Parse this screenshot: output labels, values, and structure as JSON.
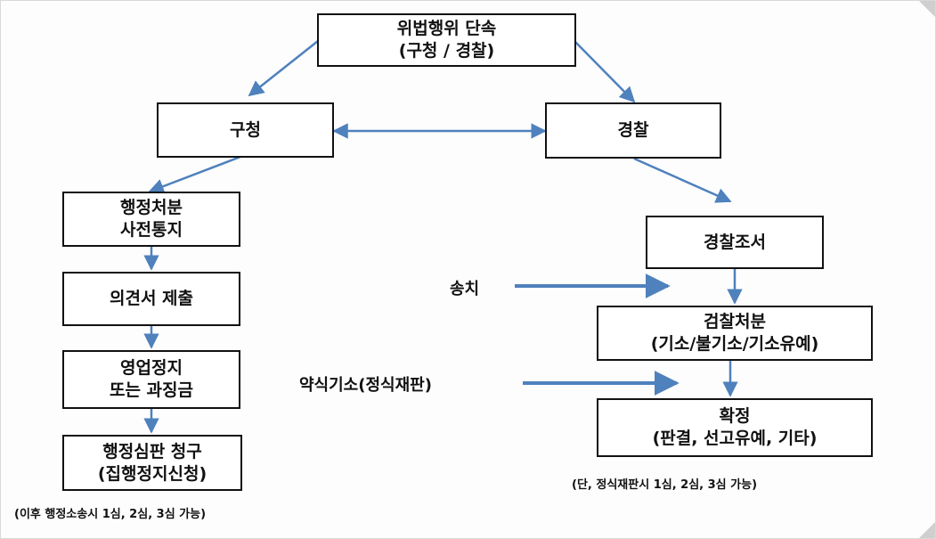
{
  "title_box": {
    "line1": "위법행위 단속",
    "line2": "(구청 / 경찰)"
  },
  "district_office": {
    "label": "구청"
  },
  "police": {
    "label": "경찰"
  },
  "left_flow": [
    {
      "line1": "행정처분",
      "line2": "사전통지"
    },
    {
      "line1": "의견서 제출",
      "line2": ""
    },
    {
      "line1": "영업정지",
      "line2": "또는 과징금"
    },
    {
      "line1": "행정심판 청구",
      "line2": "(집행정지신청)"
    }
  ],
  "left_note": "(이후 행정소송시 1심, 2심, 3심 가능)",
  "right_flow": [
    {
      "line1": "경찰조서",
      "line2": ""
    },
    {
      "line1": "검찰처분",
      "line2": "(기소/불기소/기소유예)"
    },
    {
      "line1": "확정",
      "line2": "(판결, 선고유예, 기타)"
    }
  ],
  "side_labels": {
    "referral": "송치",
    "summary_indictment": "약식기소(정식재판)"
  },
  "right_note": "(단, 정식재판시 1심, 2심, 3심 가능)",
  "colors": {
    "arrow": "#4f81bd",
    "box_border": "#111111"
  }
}
